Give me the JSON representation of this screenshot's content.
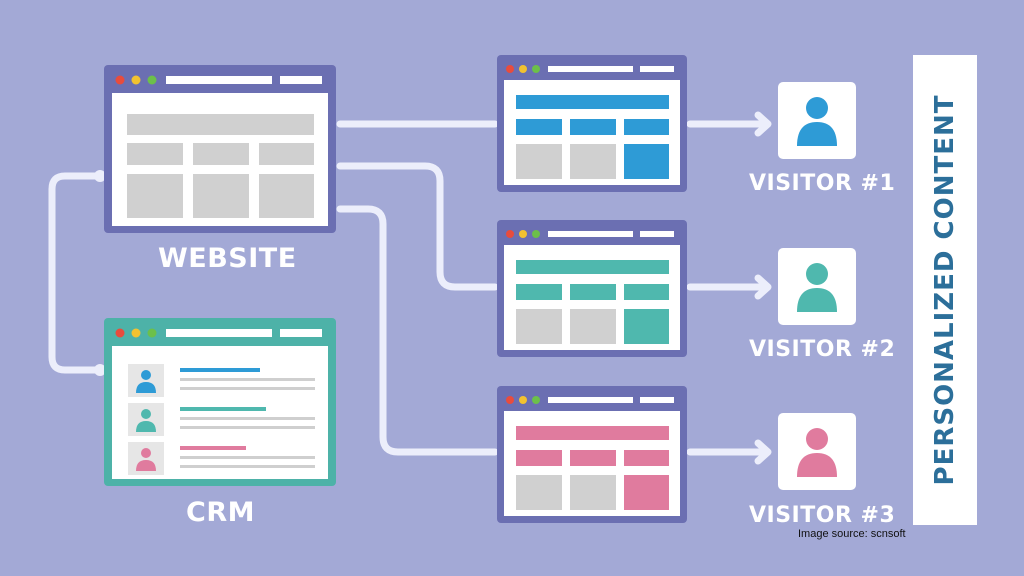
{
  "labels": {
    "website": "WEBSITE",
    "crm": "CRM",
    "visitor1": "VISITOR #1",
    "visitor2": "VISITOR #2",
    "visitor3": "VISITOR #3",
    "side": "PERSONALIZED CONTENT",
    "source": "Image source: scnsoft"
  },
  "colors": {
    "background": "#a3a9d6",
    "frame": "#6b6fb2",
    "connector": "#eceefb",
    "blue": "#2e9bd6",
    "teal": "#4fb8ae",
    "pink": "#e07b9e",
    "grey": "#d0d0d0",
    "crm_frame": "#4db2a8",
    "dot_red": "#e84c3d",
    "dot_yellow": "#f2c230",
    "dot_green": "#6cc04a"
  },
  "icons": [
    "user-icon",
    "arrow-right-icon",
    "window-dots-icon"
  ]
}
